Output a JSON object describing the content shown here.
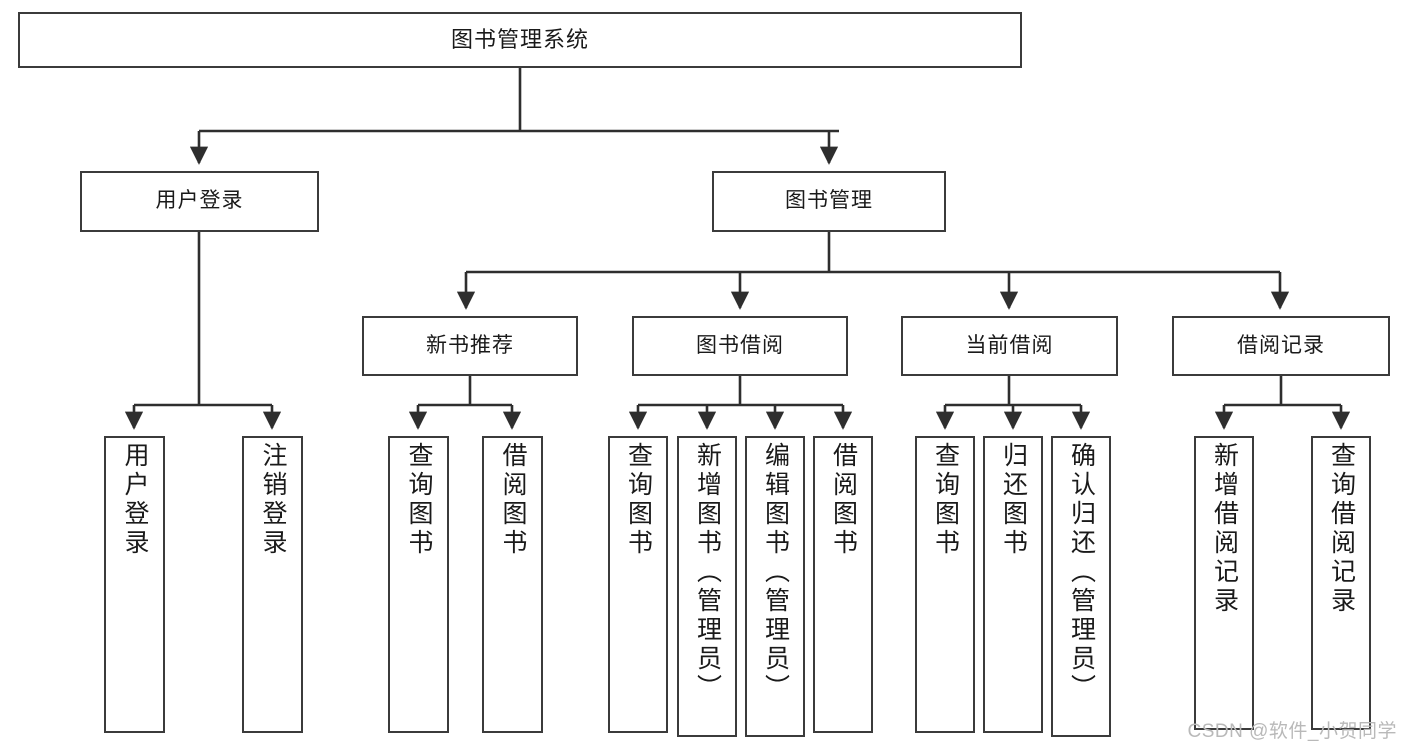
{
  "diagram": {
    "title": "图书管理系统",
    "type": "hierarchy-tree",
    "watermark": "CSDN @软件_小贺同学",
    "colors": {
      "stroke": "#3b3b3b",
      "fill": "#ffffff",
      "text": "#1a1a1a",
      "watermark": "#b9b9b9"
    },
    "levels": {
      "root": {
        "label": "图书管理系统"
      },
      "level1": [
        {
          "id": "user-login",
          "label": "用户登录"
        },
        {
          "id": "book-manage",
          "label": "图书管理"
        }
      ],
      "level2": [
        {
          "id": "new-book-recommend",
          "label": "新书推荐",
          "parent": "book-manage"
        },
        {
          "id": "book-borrow",
          "label": "图书借阅",
          "parent": "book-manage"
        },
        {
          "id": "current-borrow",
          "label": "当前借阅",
          "parent": "book-manage"
        },
        {
          "id": "borrow-record",
          "label": "借阅记录",
          "parent": "book-manage"
        }
      ],
      "leaves": [
        {
          "id": "leaf-user-login",
          "label": "用户登录",
          "parent": "user-login"
        },
        {
          "id": "leaf-user-logout",
          "label": "注销登录",
          "parent": "user-login"
        },
        {
          "id": "leaf-query-book-1",
          "label": "查询图书",
          "parent": "new-book-recommend"
        },
        {
          "id": "leaf-borrow-book-1",
          "label": "借阅图书",
          "parent": "new-book-recommend"
        },
        {
          "id": "leaf-query-book-2",
          "label": "查询图书",
          "parent": "book-borrow"
        },
        {
          "id": "leaf-add-book",
          "label": "新增图书（管理员）",
          "parent": "book-borrow"
        },
        {
          "id": "leaf-edit-book",
          "label": "编辑图书（管理员）",
          "parent": "book-borrow"
        },
        {
          "id": "leaf-borrow-book-2",
          "label": "借阅图书",
          "parent": "book-borrow"
        },
        {
          "id": "leaf-query-book-3",
          "label": "查询图书",
          "parent": "current-borrow"
        },
        {
          "id": "leaf-return-book",
          "label": "归还图书",
          "parent": "current-borrow"
        },
        {
          "id": "leaf-confirm-return",
          "label": "确认归还（管理员）",
          "parent": "current-borrow"
        },
        {
          "id": "leaf-add-record",
          "label": "新增借阅记录",
          "parent": "borrow-record"
        },
        {
          "id": "leaf-query-record",
          "label": "查询借阅记录",
          "parent": "borrow-record"
        }
      ]
    }
  }
}
